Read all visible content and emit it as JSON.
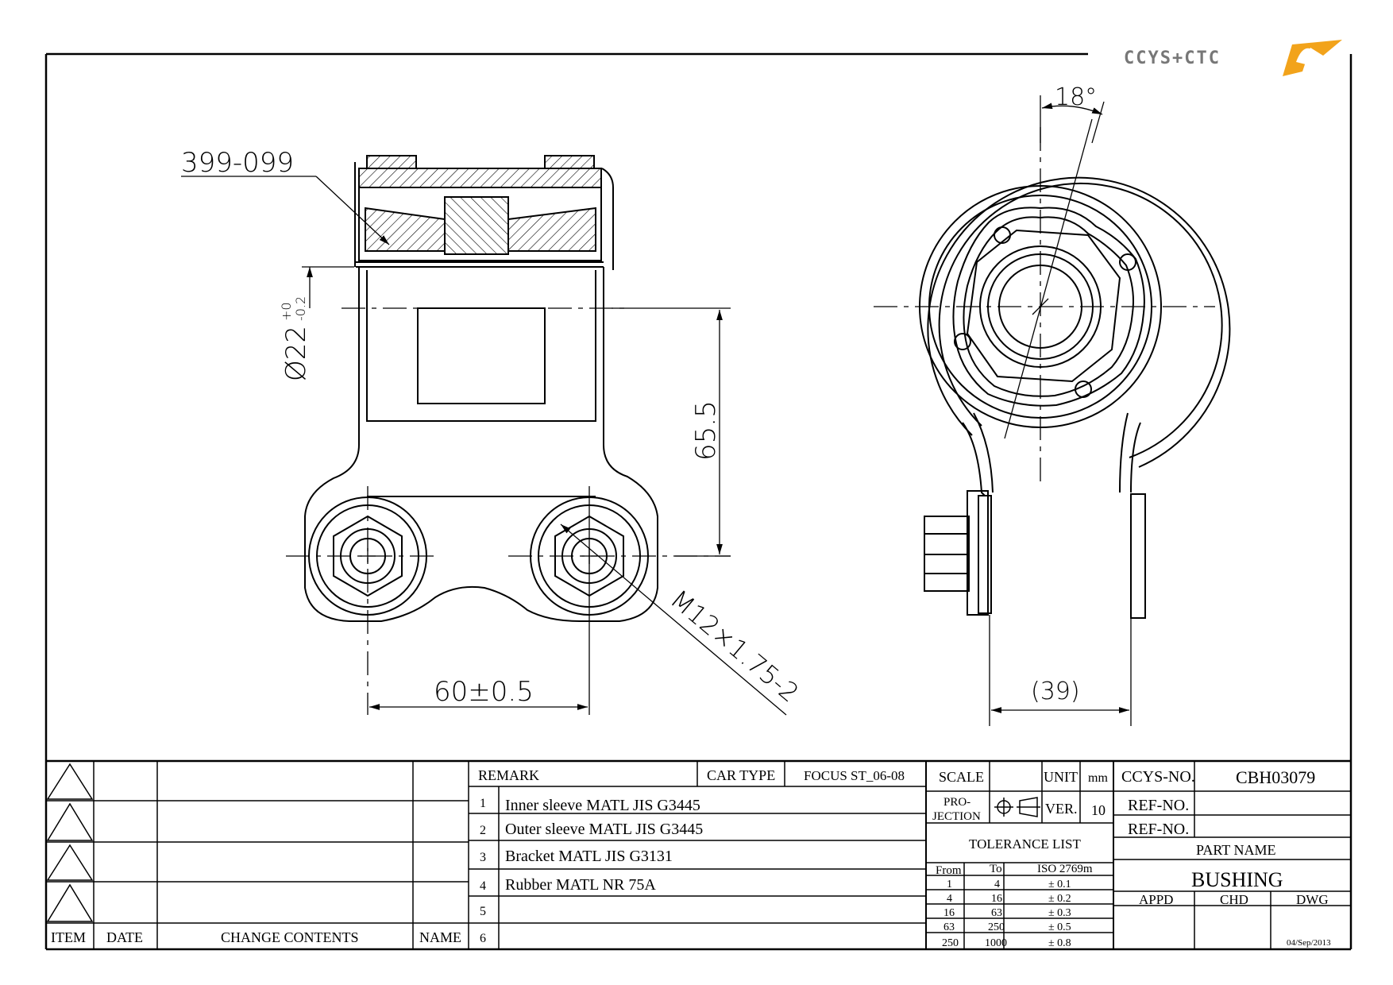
{
  "logo": {
    "text": "CCYS+CTC"
  },
  "dimensions": {
    "part_ref": "399-099",
    "diameter_main": "Ø22",
    "diameter_tol_upper": "+0",
    "diameter_tol_lower": "-0.2",
    "height": "65.5",
    "spacing": "60±0.5",
    "thread": "M12×1.75-2",
    "angle": "18°",
    "width": "(39)"
  },
  "revision_table": {
    "headers": {
      "item": "ITEM",
      "date": "DATE",
      "change_contents": "CHANGE CONTENTS",
      "name": "NAME"
    }
  },
  "remarks": {
    "header": "REMARK",
    "car_type_label": "CAR TYPE",
    "car_type_value": "FOCUS ST_06-08",
    "items": [
      {
        "no": "1",
        "text": "Inner sleeve MATL JIS G3445"
      },
      {
        "no": "2",
        "text": "Outer sleeve MATL JIS G3445"
      },
      {
        "no": "3",
        "text": "Bracket MATL JIS G3131"
      },
      {
        "no": "4",
        "text": "Rubber MATL NR 75A"
      },
      {
        "no": "5",
        "text": ""
      },
      {
        "no": "6",
        "text": ""
      }
    ]
  },
  "info": {
    "scale_label": "SCALE",
    "scale_value": "",
    "unit_label": "UNIT",
    "unit_value": "mm",
    "projection_label_1": "PRO-",
    "projection_label_2": "JECTION",
    "ver_label": "VER.",
    "ver_value": "10",
    "tolerance_title": "TOLERANCE LIST",
    "tolerance_headers": [
      "From",
      "To",
      "ISO 2769m"
    ],
    "tolerance_rows": [
      [
        "1",
        "4",
        "± 0.1"
      ],
      [
        "4",
        "16",
        "± 0.2"
      ],
      [
        "16",
        "63",
        "± 0.3"
      ],
      [
        "63",
        "250",
        "± 0.5"
      ],
      [
        "250",
        "1000",
        "± 0.8"
      ]
    ]
  },
  "title_block": {
    "ccys_no_label": "CCYS-NO.",
    "ccys_no_value": "CBH03079",
    "ref_no_label_1": "REF-NO.",
    "ref_no_label_2": "REF-NO.",
    "part_name_label": "PART NAME",
    "part_name_value": "BUSHING",
    "appd": "APPD",
    "chd": "CHD",
    "dwg": "DWG",
    "date": "04/Sep/2013"
  }
}
